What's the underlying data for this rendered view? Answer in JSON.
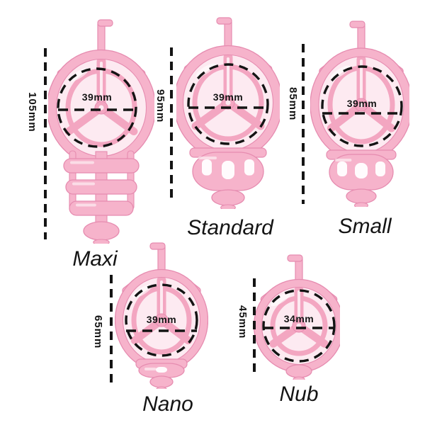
{
  "colors": {
    "device_main": "#f6b3cb",
    "device_shade": "#f3a6c1",
    "device_outline": "#e68cb0",
    "device_inner": "#fdeaf1",
    "annotation": "#141414",
    "background": "#ffffff"
  },
  "products": [
    {
      "name": "Maxi",
      "length": "105mm",
      "diameter": "39mm"
    },
    {
      "name": "Standard",
      "length": "95mm",
      "diameter": "39mm"
    },
    {
      "name": "Small",
      "length": "85mm",
      "diameter": "39mm"
    },
    {
      "name": "Nano",
      "length": "65mm",
      "diameter": "39mm"
    },
    {
      "name": "Nub",
      "length": "45mm",
      "diameter": "34mm"
    }
  ]
}
